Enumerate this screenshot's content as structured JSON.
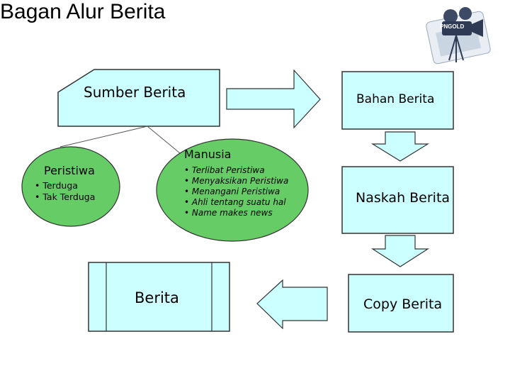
{
  "title": "Bagan Alur Berita",
  "nodes": {
    "sumber": "Sumber Berita",
    "bahan": "Bahan Berita",
    "naskah": "Naskah Berita",
    "copy": "Copy  Berita",
    "berita": "Berita"
  },
  "peristiwa": {
    "title": "Peristiwa",
    "items": [
      "Terduga",
      "Tak Terduga"
    ]
  },
  "manusia": {
    "title": "Manusia",
    "items": [
      "Terlibat Peristiwa",
      "Menyaksikan Peristiwa",
      "Menangani Peristiwa",
      "Ahli tentang suatu hal",
      "Name makes news"
    ]
  },
  "colors": {
    "node_fill": "#ccffff",
    "ellipse_fill": "#66cc66",
    "arrow_fill": "#ccffff",
    "stroke": "#333333"
  },
  "logo": {
    "icon": "film-camera-logo-icon",
    "text": "PNGOLD"
  }
}
